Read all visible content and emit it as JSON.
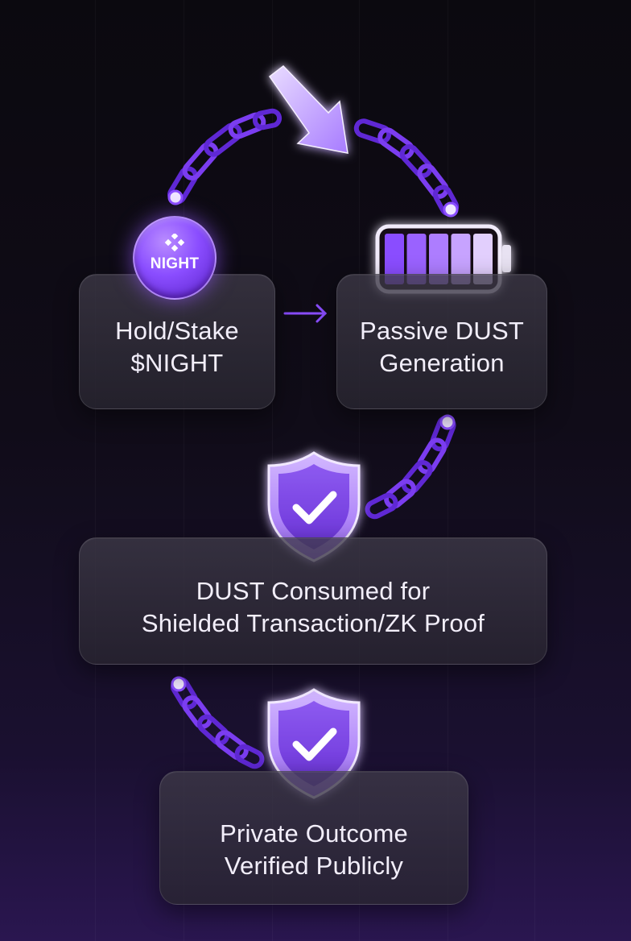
{
  "nodes": {
    "hold": {
      "text": "Hold/Stake\n$NIGHT"
    },
    "generation": {
      "text": "Passive DUST\nGeneration"
    },
    "consumed": {
      "text": "DUST Consumed for\nShielded Transaction/ZK Proof"
    },
    "verified": {
      "text": "Private Outcome\nVerified Publicly"
    }
  },
  "token": {
    "label": "NIGHT",
    "icon": "night-token-icon"
  },
  "battery": {
    "icon": "battery-icon",
    "filled_segments": 5,
    "total_segments": 5
  },
  "shields": [
    {
      "icon": "shield-check-icon"
    },
    {
      "icon": "shield-check-icon"
    }
  ],
  "connectors": {
    "chain_icon": "chain-link-icon",
    "arrow_icon": "arrow-right-icon",
    "big_arrow_icon": "arrow-down-right-icon"
  },
  "colors": {
    "accent": "#8a4dff",
    "accent_light": "#c9a6ff",
    "chain": "#6a30e8",
    "card_bg": "#2c2934",
    "text": "#f2eefa"
  }
}
